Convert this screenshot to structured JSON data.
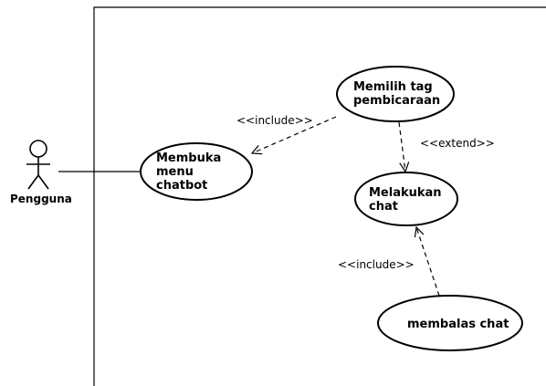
{
  "diagram": {
    "actor": {
      "label": "Pengguna"
    },
    "use_cases": {
      "membuka": {
        "lines": [
          "Membuka",
          "menu",
          "chatbot"
        ]
      },
      "memilih": {
        "lines": [
          "Memilih tag",
          "pembicaraan"
        ]
      },
      "melakukan": {
        "lines": [
          "Melakukan",
          "chat"
        ]
      },
      "membalas": {
        "lines": [
          "membalas chat"
        ]
      }
    },
    "relations": {
      "include_top": "<<include>>",
      "extend": "<<extend>>",
      "include_bottom": "<<include>>"
    }
  }
}
